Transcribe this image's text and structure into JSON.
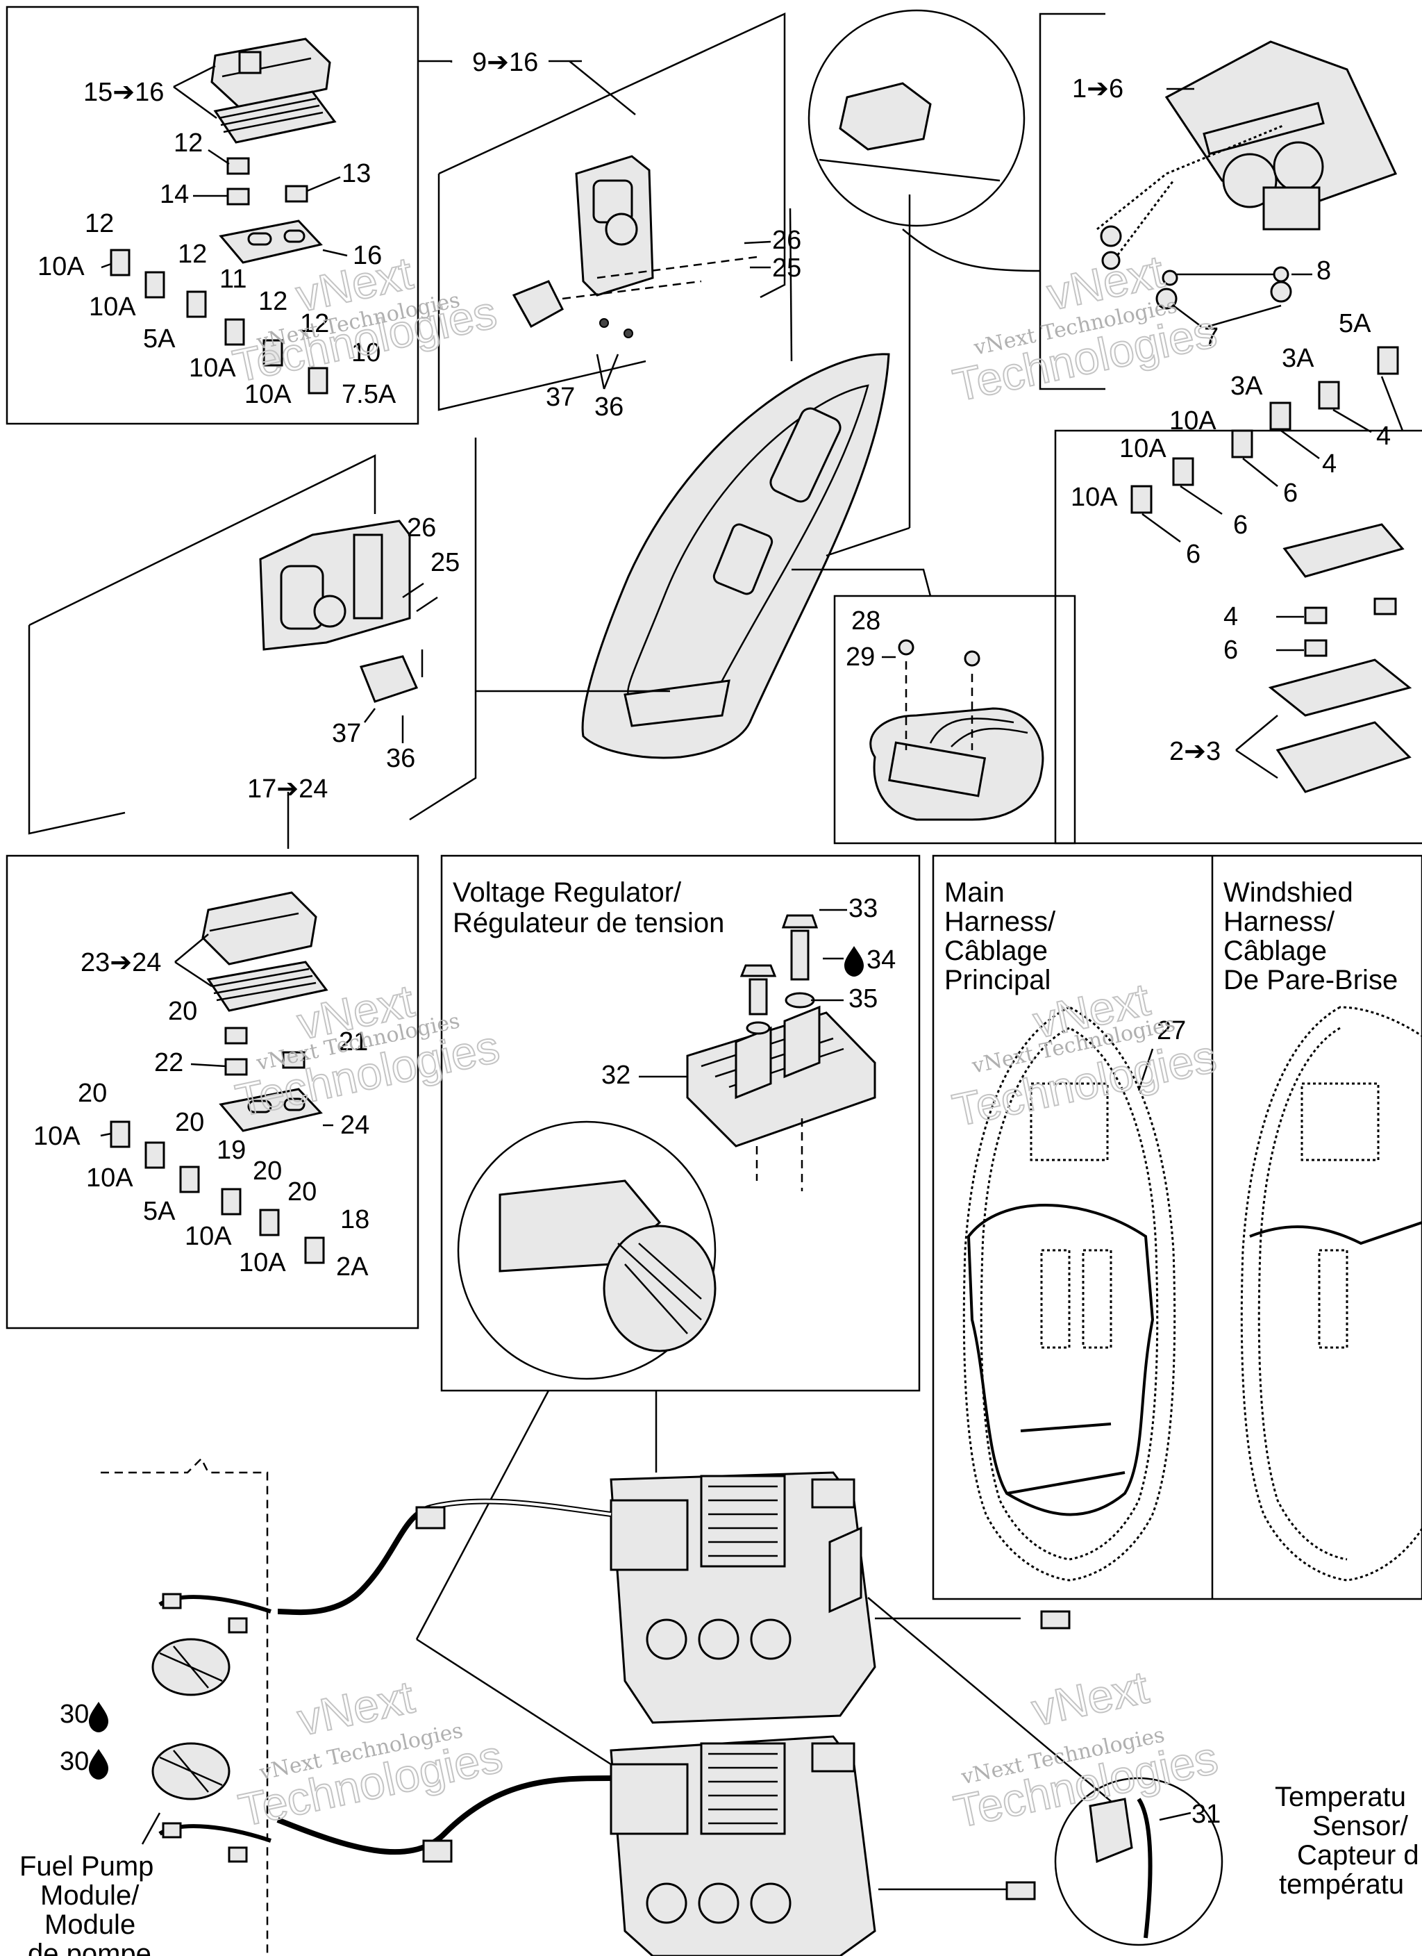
{
  "callouts": {
    "c15_16": "15➔16",
    "c12a": "12",
    "c14": "14",
    "c13": "13",
    "c12b": "12",
    "c10A_a": "10A",
    "c12c": "12",
    "c16": "16",
    "c10A_b": "10A",
    "c11": "11",
    "c12d": "12",
    "c5A_a": "5A",
    "c12e": "12",
    "c10_a": "10",
    "c10A_c": "10A",
    "c10A_d": "10A",
    "c7_5A": "7.5A",
    "c9_16": "9➔16",
    "c26a": "26",
    "c25a": "25",
    "c37a": "37",
    "c36a": "36",
    "c26b": "26",
    "c25b": "25",
    "c37b": "37",
    "c36b": "36",
    "c17_24": "17➔24",
    "c1_6": "1➔6",
    "c8": "8",
    "c7": "7",
    "c5A_b": "5A",
    "c3A_a": "3A",
    "c3A_b": "3A",
    "c4a": "4",
    "c4b": "4",
    "c10A_e": "10A",
    "c10A_f": "10A",
    "c10A_g": "10A",
    "c6a": "6",
    "c6b": "6",
    "c6c": "6",
    "c4c": "4",
    "c6d": "6",
    "c2_3": "2➔3",
    "c28": "28",
    "c29": "29",
    "c23_24": "23➔24",
    "c20a": "20",
    "c21": "21",
    "c22": "22",
    "c24": "24",
    "c20b": "20",
    "c10A_h": "10A",
    "c20c": "20",
    "c10A_i": "10A",
    "c19": "19",
    "c20d": "20",
    "c5A_c": "5A",
    "c20e": "20",
    "c18": "18",
    "c10A_j": "10A",
    "c10A_k": "10A",
    "c2A": "2A",
    "c33": "33",
    "c34": "34",
    "c35": "35",
    "c32": "32",
    "c27": "27",
    "c30a": "30",
    "c30b": "30",
    "c31": "31"
  },
  "titles": {
    "vr_line1": "Voltage Regulator/",
    "vr_line2": "Régulateur de tension",
    "main_line1": "Main",
    "main_line2": "Harness/",
    "main_line3": "Câblage",
    "main_line4": "Principal",
    "wind_line1": "Windshied",
    "wind_line2": "Harness/",
    "wind_line3": "Câblage",
    "wind_line4": "De Pare-Brise",
    "fuel_line1": "Fuel Pump",
    "fuel_line2": "Module/",
    "fuel_line3": "Module",
    "fuel_line4": "de pompe",
    "temp_line1": "Temperatu",
    "temp_line2": "Sensor/",
    "temp_line3": "Capteur d",
    "temp_line4": "températu"
  },
  "watermark": {
    "small": "vNext Technologies",
    "big1": "vNext",
    "big2": "Technologies"
  },
  "icons": {
    "drop": "oil-drop-icon",
    "arrow": "➔"
  }
}
